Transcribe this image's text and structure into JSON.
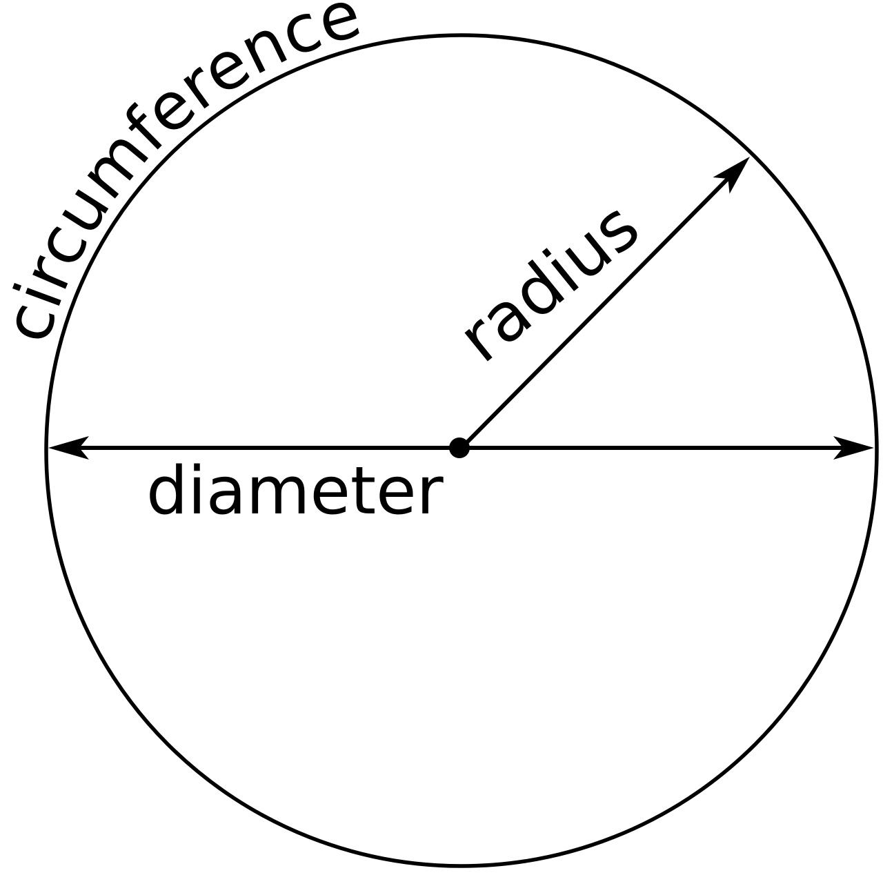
{
  "labels": {
    "circumference": "circumference",
    "diameter": "diameter",
    "radius": "radius"
  },
  "colors": {
    "ink": "#000000",
    "background": "#ffffff"
  }
}
